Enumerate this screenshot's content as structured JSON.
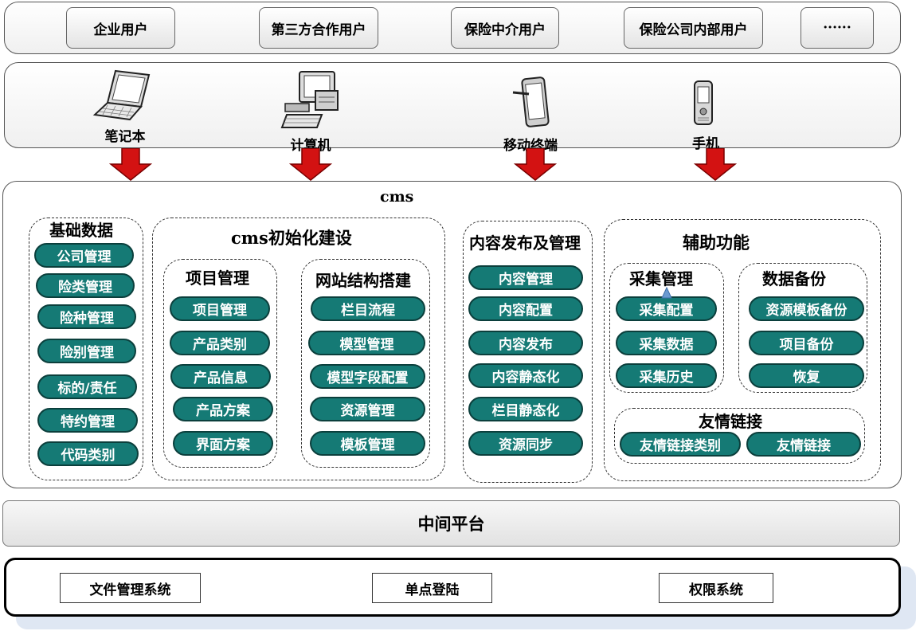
{
  "user_types": [
    "企业用户",
    "第三方合作用户",
    "保险中介用户",
    "保险公司内部用户",
    "······"
  ],
  "devices": [
    "笔记本",
    "计算机",
    "移动终端",
    "手机"
  ],
  "cms": {
    "title": "cms",
    "basic_data": {
      "title": "基础数据",
      "items": [
        "公司管理",
        "险类管理",
        "险种管理",
        "险别管理",
        "标的/责任",
        "特约管理",
        "代码类别"
      ]
    },
    "init_build": {
      "title": "cms初始化建设",
      "project": {
        "title": "项目管理",
        "items": [
          "项目管理",
          "产品类别",
          "产品信息",
          "产品方案",
          "界面方案"
        ]
      },
      "site": {
        "title": "网站结构搭建",
        "items": [
          "栏目流程",
          "模型管理",
          "模型字段配置",
          "资源管理",
          "模板管理"
        ]
      }
    },
    "content": {
      "title": "内容发布及管理",
      "items": [
        "内容管理",
        "内容配置",
        "内容发布",
        "内容静态化",
        "栏目静态化",
        "资源同步"
      ]
    },
    "aux": {
      "title": "辅助功能",
      "collect": {
        "title": "采集管理",
        "items": [
          "采集配置",
          "采集数据",
          "采集历史"
        ]
      },
      "backup": {
        "title": "数据备份",
        "items": [
          "资源模板备份",
          "项目备份",
          "恢复"
        ]
      },
      "links": {
        "title": "友情链接",
        "items": [
          "友情链接类别",
          "友情链接"
        ]
      }
    }
  },
  "middle_platform": "中间平台",
  "base_systems": [
    "文件管理系统",
    "单点登陆",
    "权限系统"
  ],
  "colors": {
    "pill_fill": "#157a75",
    "pill_border": "#0b3f3c",
    "arrow": "#d31212"
  }
}
